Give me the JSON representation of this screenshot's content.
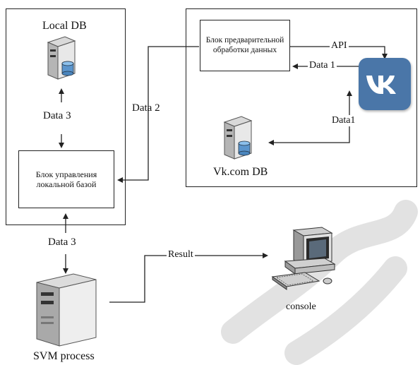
{
  "local_db": {
    "label": "Local DB"
  },
  "local_mgmt_block": {
    "label": "Блок управления локальной базой"
  },
  "preprocess_block": {
    "label": "Блок предварительной обработки данных"
  },
  "vk_db": {
    "label": "Vk.com DB"
  },
  "svm": {
    "label": "SVM process"
  },
  "console": {
    "label": "console"
  },
  "edges": {
    "data3_top": "Data 3",
    "data2": "Data 2",
    "api": "API",
    "data1_left": "Data 1",
    "data1_right": "Data1",
    "data3_bottom": "Data 3",
    "result": "Result"
  },
  "colors": {
    "vk_blue": "#4a76a8",
    "line": "#222222",
    "watermark": "#d9d9d9"
  }
}
